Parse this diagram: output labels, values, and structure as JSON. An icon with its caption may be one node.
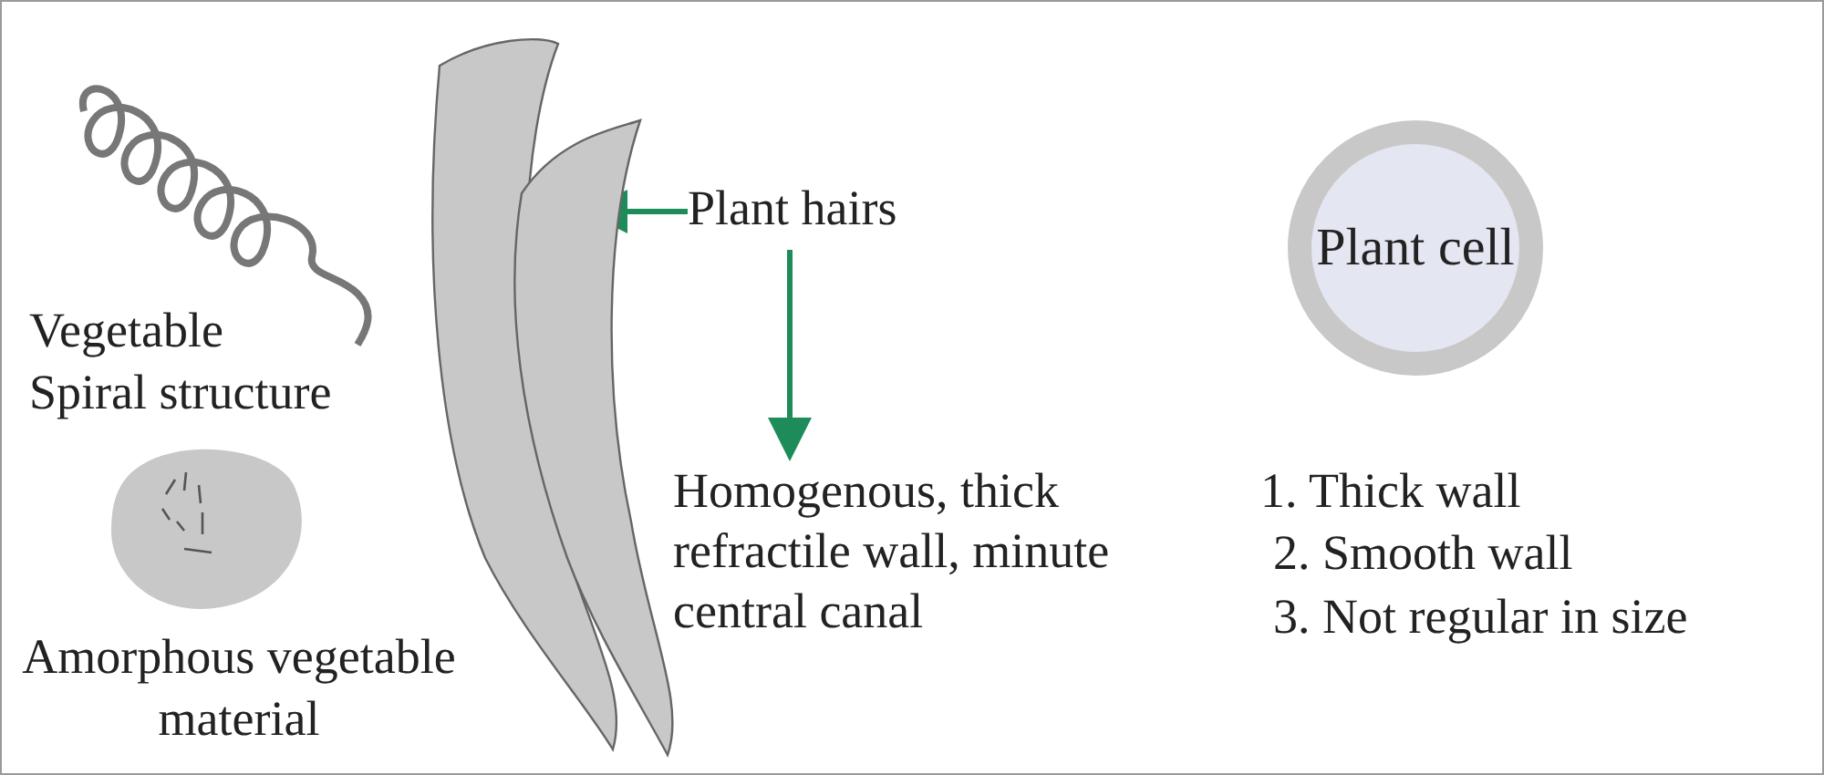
{
  "diagram": {
    "nodes": [
      {
        "text": [],
        "shape": "picture"
      },
      {
        "text": [
          "Plant hairs"
        ]
      },
      {
        "text": [
          "Homogenous, thick refractile wall, minute central canal"
        ]
      },
      {
        "text": [
          "Plant cell"
        ]
      }
    ],
    "edges": [
      {
        "from": 1,
        "to": 0,
        "arrow": "to"
      },
      {
        "from": 1,
        "to": 2,
        "arrow": "to"
      }
    ],
    "labels": [
      "Vegetable Spiral structure",
      "Amorphous vegetable material",
      "1. Thick wall",
      "2. Smooth wall",
      "3. Not regular in size"
    ]
  }
}
